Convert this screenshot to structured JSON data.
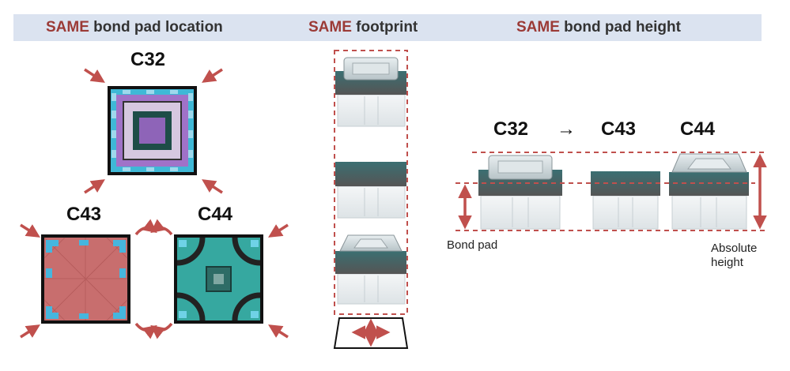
{
  "headers": {
    "location": {
      "keyword": "SAME",
      "rest": " bond pad location"
    },
    "footprint": {
      "keyword": "SAME",
      "rest": " footprint"
    },
    "height": {
      "keyword": "SAME",
      "rest": " bond pad height"
    }
  },
  "chips": {
    "c32": "C32",
    "c43": "C43",
    "c44": "C44"
  },
  "height_row": {
    "c32": "C32",
    "arrow": "→",
    "c43": "C43",
    "c44": "C44"
  },
  "annotations": {
    "bond_pad": "Bond pad",
    "absolute_line1": "Absolute",
    "absolute_line2": "height"
  },
  "colors": {
    "accent": "#9b3a36",
    "arrow": "#c0504d",
    "header_bg": "#dbe3f0",
    "die_cyan": "#3fb8d6",
    "die_purple": "#a072c8",
    "die_red": "#c86e6e",
    "die_teal": "#36a8a0"
  }
}
